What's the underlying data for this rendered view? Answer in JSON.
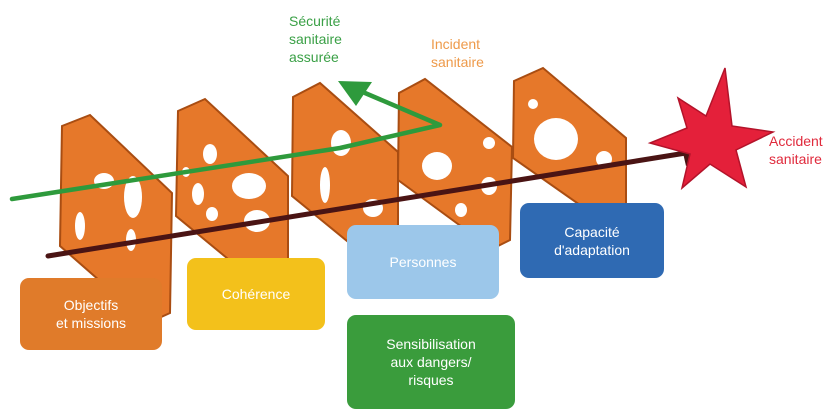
{
  "labels": {
    "securite": "Sécurité\nsanitaire\nassurée",
    "incident": "Incident\nsanitaire",
    "accident": "Accident\nsanitaire"
  },
  "boxes": [
    {
      "key": "objectifs",
      "text": "Objectifs\net missions",
      "color": "#e07b2a"
    },
    {
      "key": "coherence",
      "text": "Cohérence",
      "color": "#f3c11b"
    },
    {
      "key": "personnes",
      "text": "Personnes",
      "color": "#9cc7ea"
    },
    {
      "key": "sensibilisation",
      "text": "Sensibilisation\naux dangers/\nrisques",
      "color": "#3a9c3c"
    },
    {
      "key": "capacite",
      "text": "Capacité\nd'adaptation",
      "color": "#2f6ab3"
    }
  ],
  "colors": {
    "slice": "#e6782a",
    "slice_edge": "#a94d12",
    "green_arrow": "#2e9a3c",
    "dark_arrow": "#4a1414",
    "star": "#e4203a",
    "label_green": "#3aa046",
    "label_orange": "#ee9a4a",
    "label_red": "#e02a3c"
  }
}
